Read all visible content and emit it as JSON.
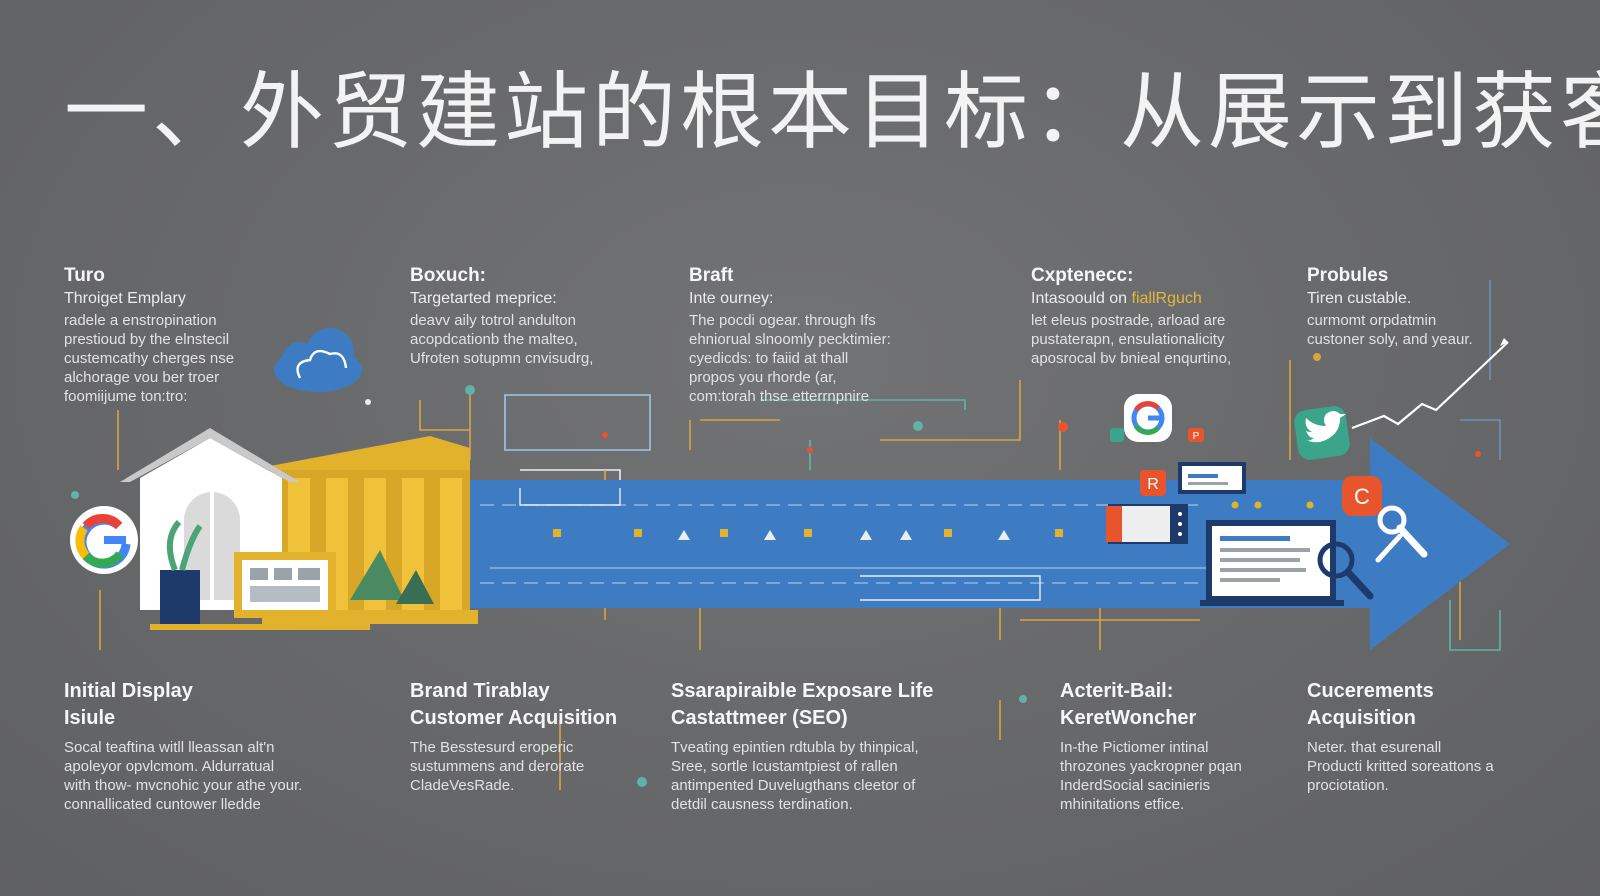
{
  "title": "一、外贸建站的根本目标：从展示到获客",
  "colors": {
    "background": "#6a6b6d",
    "arrow_blue": "#3d7cc2",
    "gold": "#e2b22c",
    "accent_orange": "#e8542c",
    "twitter_green": "#3aa58a",
    "line_gold": "#d9a441",
    "line_teal": "#5fb3a8"
  },
  "top_columns": [
    {
      "heading": "Turo",
      "subheading": "Throiget Emplary",
      "body": "radele a enstropination\nprestioud by the elnstecil\ncustemcathy cherges nse\nalchorage vou ber troer\nfoomiijume ton:tro:"
    },
    {
      "heading": "Boxuch:",
      "subheading": "Targetarted meprice:",
      "body": "deavv aily totrol andulton\nacopdcationb the malteo,\nUfroten sotupmn cnvisudrg,"
    },
    {
      "heading": "Braft",
      "subheading": "Inte ourney:",
      "body": "The pocdi ogear. through Ifs\nehniorual slnoomly pecktimier:\ncyedicds: to faiid at thall\npropos you rhorde (ar,\ncom:torah thse etterrnpnire"
    },
    {
      "heading": "Cxptenecc:",
      "subheading_prefix": "Intasoould on ",
      "subheading_highlight": "fiallRguch",
      "body": "let eleus postrade, arload are\npustaterapn, ensulationalicity\naposrocal bv bnieal enqurtino,"
    },
    {
      "heading": "Probules",
      "subheading": "Tiren custable.",
      "body": "curmomt orpdatmin\ncustoner soly, and yeaur."
    }
  ],
  "bottom_columns": [
    {
      "heading": "Initial Display\nIsiule",
      "body": "Socal teaftina witll lleassan alt'n\napoleyor opvlcmom. Aldurratual\nwith thow- mvcnohic your athe your.\nconnallicated cuntower lledde"
    },
    {
      "heading": "Brand Tirablay\nCustomer Acquisition",
      "body": "The Besstesurd eroperic\nsustummens and derorate\nCladeVesRade."
    },
    {
      "heading": "Ssarapiraible Exposare Life\nCastattmeer (SEO)",
      "body": "Tveating epintien rdtubla by thinpical,\nSree, sortle Icustamtpiest of rallen\nantimpented Duvelugthans cleetor of\ndetdil causness terdination."
    },
    {
      "heading": "Acterit-Bail:\nKeretWoncher",
      "body": "In-the Pictiomer intinal\nthrozones yackropner pqan\nInderdSocial sacinieris\nmhinitations etfice."
    },
    {
      "heading": "Cucerements\nAcquisition",
      "body": "Neter. that esurenall\nProducti kritted soreattons a\nprociotation."
    }
  ],
  "icons": {
    "left_badge": "google-g-icon",
    "cloud": "cloud-icon",
    "house": "house-icon",
    "building": "columns-building-icon",
    "right_badge": "google-g-icon",
    "social": "twitter-bird-icon",
    "search": "magnifier-icon",
    "tools": "wrench-icon"
  },
  "badge_letters": {
    "google": "G",
    "red_tag": "R",
    "small_tag": "P",
    "orange_tag": "C"
  }
}
